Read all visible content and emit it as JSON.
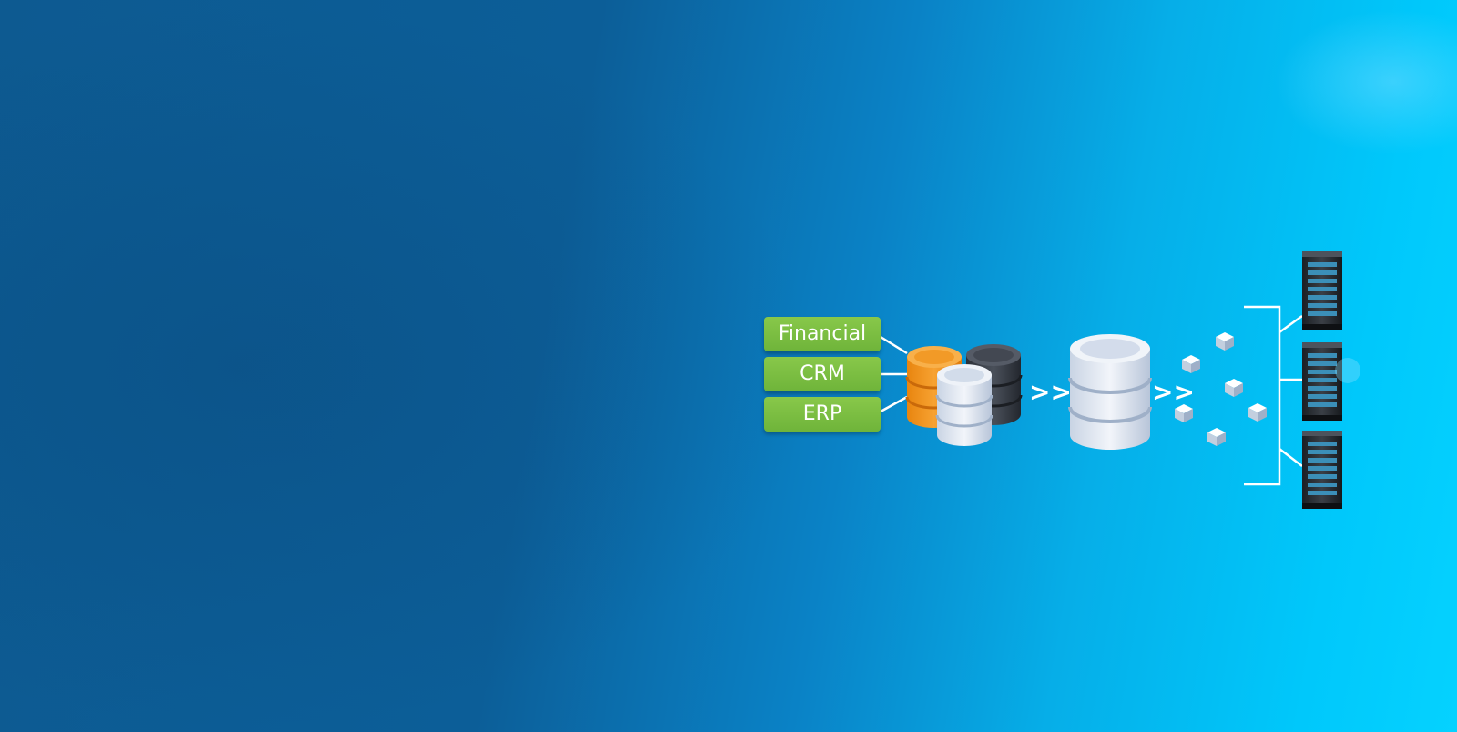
{
  "sources": [
    {
      "label": "Financial"
    },
    {
      "label": "CRM"
    },
    {
      "label": "ERP"
    }
  ],
  "arrows": [
    ">>",
    ">>"
  ],
  "icons": {
    "source_databases": "database-stack-icon",
    "warehouse": "database-icon",
    "data_cubes": "cube-icon",
    "servers": "server-rack-icon"
  },
  "colors": {
    "label_green": "#76b83e",
    "orange_db": "#f0941e",
    "dark_db": "#3a3f48",
    "light_db": "#dfe6f0",
    "accent_line": "#ffffff"
  }
}
